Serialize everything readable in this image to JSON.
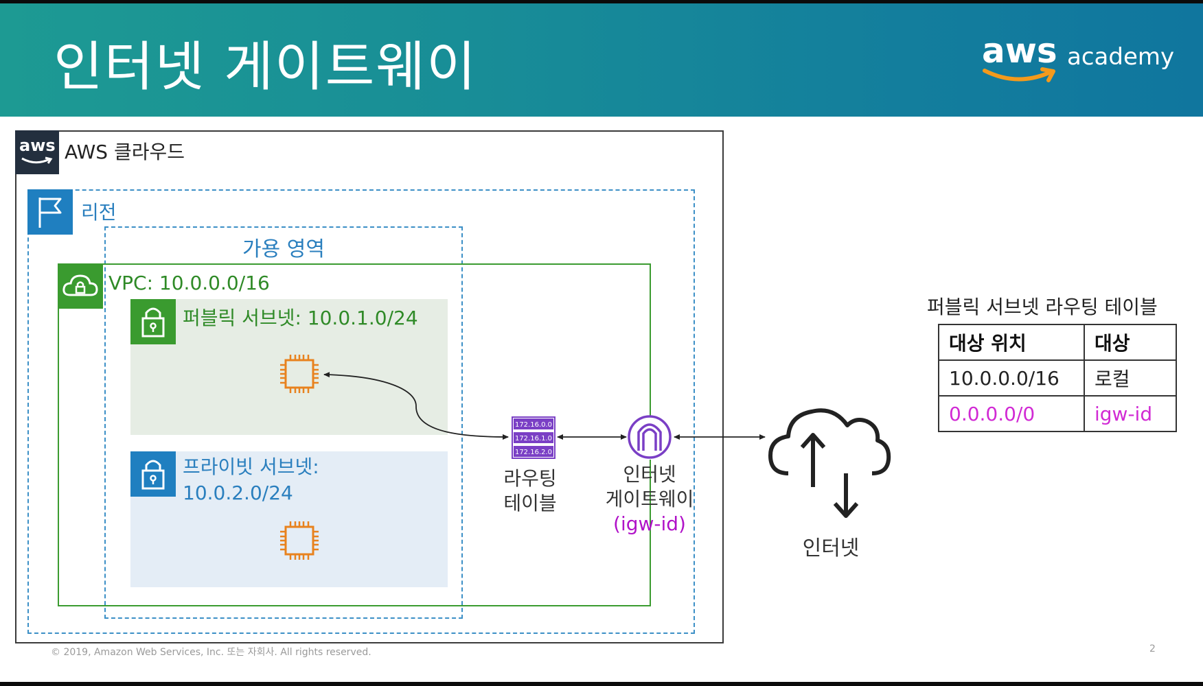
{
  "slide": {
    "title": "인터넷 게이트웨이",
    "logo": {
      "brand": "aws",
      "product": "academy"
    },
    "copyright": "© 2019, Amazon Web Services, Inc. 또는 자회사. All rights reserved.",
    "page_number": "2"
  },
  "diagram": {
    "cloud_label": "AWS 클라우드",
    "aws_badge": "aws",
    "region_label": "리전",
    "az_label": "가용 영역",
    "vpc_label": "VPC: 10.0.0.0/16",
    "public_subnet_label": "퍼블릭 서브넷: 10.0.1.0/24",
    "private_subnet_label_line1": "프라이빗 서브넷:",
    "private_subnet_label_line2": "10.0.2.0/24",
    "route_table_label_line1": "라우팅",
    "route_table_label_line2": "테이블",
    "route_table_entries": [
      "172.16.0.0",
      "172.16.1.0",
      "172.16.2.0"
    ],
    "igw_label_line1": "인터넷",
    "igw_label_line2": "게이트웨이",
    "igw_label_id": "(igw-id)",
    "internet_label": "인터넷"
  },
  "route_table": {
    "title": "퍼블릭 서브넷 라우팅 테이블",
    "headers": [
      "대상 위치",
      "대상"
    ],
    "rows": [
      [
        "10.0.0.0/16",
        "로컬"
      ],
      [
        "0.0.0.0/0",
        "igw-id"
      ]
    ]
  },
  "colors": {
    "header_gradient_start": "#1d9a93",
    "header_gradient_end": "#10769e",
    "vpc_green": "#3a9b2f",
    "region_blue": "#1f7fc0",
    "ec2_orange": "#e8821e",
    "igw_purple": "#7a3fc5",
    "highlight_magenta": "#d12ad4"
  },
  "icons": [
    "aws-logo-icon",
    "region-flag-icon",
    "vpc-cloud-lock-icon",
    "subnet-lock-icon",
    "ec2-chip-icon",
    "route-table-icon",
    "internet-gateway-icon",
    "internet-cloud-icon"
  ]
}
